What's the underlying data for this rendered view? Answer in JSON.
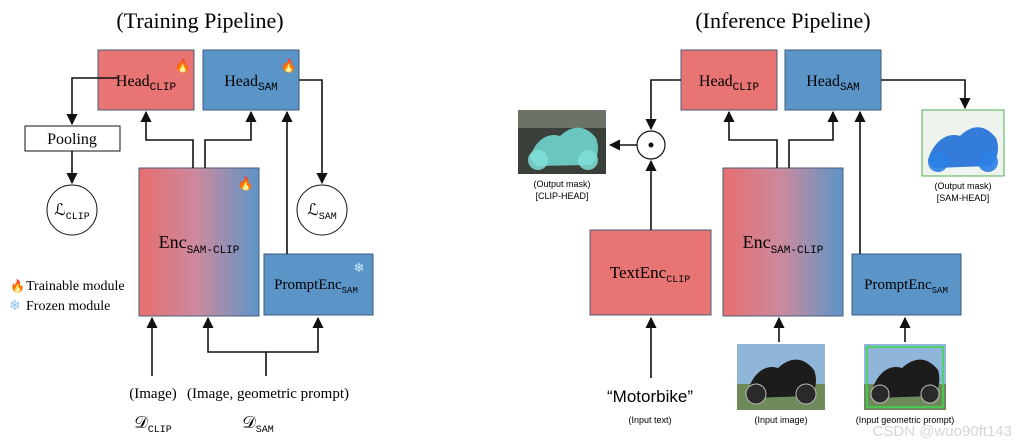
{
  "training": {
    "title": "(Training Pipeline)",
    "head_clip": {
      "base": "Head",
      "sub": "CLIP"
    },
    "head_sam": {
      "base": "Head",
      "sub": "SAM"
    },
    "pooling": "Pooling",
    "loss_clip": {
      "base": "ℒ",
      "sub": "CLIP"
    },
    "loss_sam": {
      "base": "ℒ",
      "sub": "SAM"
    },
    "encoder": {
      "base": "Enc",
      "sub": "SAM-CLIP"
    },
    "prompt_enc": {
      "base": "PromptEnc",
      "sub": "SAM"
    },
    "legend_trainable": "Trainable module",
    "legend_frozen": "Frozen module",
    "input_image": "(Image)",
    "input_image_prompt": "(Image, geometric prompt)",
    "dataset_clip": {
      "base": "𝒟",
      "sub": "CLIP"
    },
    "dataset_sam": {
      "base": "𝒟",
      "sub": "SAM"
    }
  },
  "inference": {
    "title": "(Inference Pipeline)",
    "head_clip": {
      "base": "Head",
      "sub": "CLIP"
    },
    "head_sam": {
      "base": "Head",
      "sub": "SAM"
    },
    "dot_op": "⊙",
    "text_enc": {
      "base": "TextEnc",
      "sub": "CLIP"
    },
    "encoder": {
      "base": "Enc",
      "sub": "SAM-CLIP"
    },
    "prompt_enc": {
      "base": "PromptEnc",
      "sub": "SAM"
    },
    "output_mask_left": [
      "(Output mask)",
      "[CLIP-HEAD]"
    ],
    "output_mask_right": [
      "(Output mask)",
      "[SAM-HEAD]"
    ],
    "input_text_quote": "“Motorbike”",
    "input_text_caption": "(Input text)",
    "input_image_caption": "(Input image)",
    "input_prompt_caption": "(Input geometric prompt)"
  },
  "watermark": "CSDN @wuo90ft143",
  "colors": {
    "red_box": "#e87474",
    "blue_box": "#5b95c8",
    "box_stroke": "#3d5a80",
    "arrow": "#111111",
    "text": "#111111"
  },
  "icons": {
    "trainable": "fire-icon",
    "frozen": "snowflake-icon",
    "output_mask_left": "motorbike-mask-image",
    "output_mask_right": "motorbike-mask-image",
    "input_image": "motorbike-photo",
    "input_prompt": "motorbike-photo-with-box"
  }
}
